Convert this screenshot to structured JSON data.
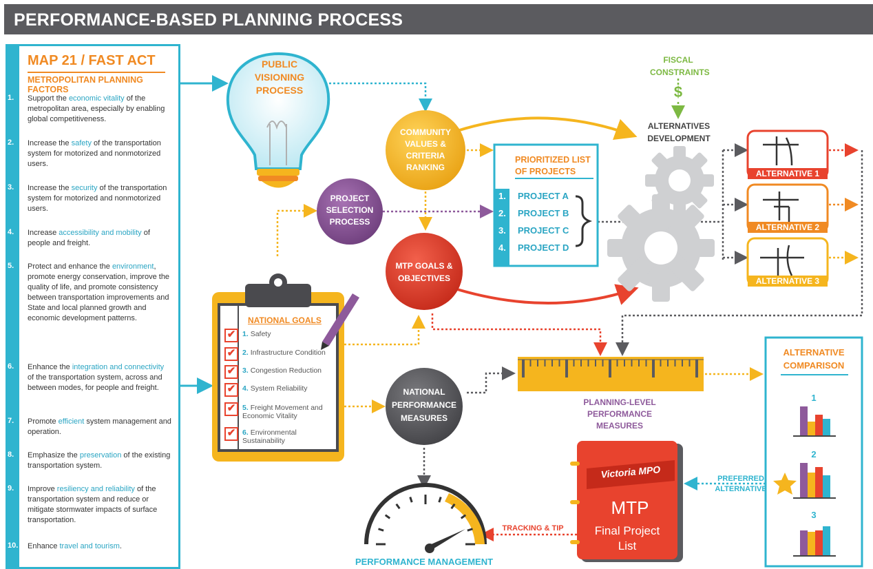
{
  "header": {
    "title": "PERFORMANCE-BASED PLANNING PROCESS"
  },
  "map": {
    "title": "MAP 21 / FAST ACT",
    "subtitle": "METROPOLITAN PLANNING FACTORS",
    "factors": [
      {
        "num": "1.",
        "pre": "Support the ",
        "hl": "economic vitality",
        "post": " of the metropolitan area, especially by enabling global competitiveness."
      },
      {
        "num": "2.",
        "pre": "Increase the ",
        "hl": "safety",
        "post": " of the transportation system for motorized and nonmotorized users."
      },
      {
        "num": "3.",
        "pre": "Increase the ",
        "hl": "security",
        "post": " of the transportation system for motorized and nonmotorized users."
      },
      {
        "num": "4.",
        "pre": "Increase ",
        "hl": "accessibility and mobility",
        "post": " of people and freight."
      },
      {
        "num": "5.",
        "pre": "Protect and enhance the ",
        "hl": "environment",
        "post": ", promote energy conservation, improve the quality of life, and promote consistency between transportation improvements and State and local planned growth and economic development patterns."
      },
      {
        "num": "6.",
        "pre": "Enhance the ",
        "hl": "integration and connectivity",
        "post": " of the transportation system, across and between modes, for people and freight."
      },
      {
        "num": "7.",
        "pre": "Promote ",
        "hl": "efficient",
        "post": " system management and operation."
      },
      {
        "num": "8.",
        "pre": "Emphasize the ",
        "hl": "preservation",
        "post": " of the existing transportation system."
      },
      {
        "num": "9.",
        "pre": "Improve ",
        "hl": "resiliency and reliability",
        "post": " of the transportation system and reduce or mitigate stormwater impacts of surface transportation."
      },
      {
        "num": "10.",
        "pre": "Enhance ",
        "hl": "travel and tourism",
        "post": "."
      }
    ]
  },
  "nodes": {
    "public_visioning": "PUBLIC VISIONING PROCESS",
    "community_values": "COMMUNITY VALUES & CRITERIA RANKING",
    "project_selection": "PROJECT SELECTION PROCESS",
    "mtp_goals": "MTP GOALS & OBJECTIVES",
    "national_performance": "NATIONAL PERFORMANCE MEASURES",
    "fiscal": "FISCAL CONSTRAINTS",
    "fiscal_symbol": "$",
    "alternatives_dev": "ALTERNATIVES DEVELOPMENT",
    "planning_level": "PLANNING-LEVEL PERFORMANCE MEASURES",
    "performance_mgmt": "PERFORMANCE MANAGEMENT",
    "tracking": "TRACKING & TIP",
    "preferred": "PREFERRED ALTERNATIVE"
  },
  "prioritized": {
    "title": "PRIORITIZED LIST OF PROJECTS",
    "projects": [
      {
        "num": "1.",
        "name": "PROJECT A"
      },
      {
        "num": "2.",
        "name": "PROJECT B"
      },
      {
        "num": "3.",
        "name": "PROJECT C"
      },
      {
        "num": "4.",
        "name": "PROJECT D"
      }
    ]
  },
  "national_goals": {
    "title": "NATIONAL GOALS",
    "goals": [
      {
        "num": "1.",
        "name": "Safety"
      },
      {
        "num": "2.",
        "name": "Infrastructure Condition"
      },
      {
        "num": "3.",
        "name": "Congestion Reduction"
      },
      {
        "num": "4.",
        "name": "System Reliability"
      },
      {
        "num": "5.",
        "name": "Freight Movement and Economic Vitality"
      },
      {
        "num": "6.",
        "name": "Environmental Sustainability"
      }
    ]
  },
  "alternatives": [
    {
      "label": "ALTERNATIVE 1",
      "color": "#e8432e"
    },
    {
      "label": "ALTERNATIVE 2",
      "color": "#f08a23"
    },
    {
      "label": "ALTERNATIVE 3",
      "color": "#f5b51e"
    }
  ],
  "comparison": {
    "title": "ALTERNATIVE COMPARISON",
    "groups": [
      {
        "label": "1"
      },
      {
        "label": "2"
      },
      {
        "label": "3"
      }
    ]
  },
  "mtp_book": {
    "brand": "Victoria MPO",
    "title": "MTP",
    "subtitle": "Final Project List"
  },
  "colors": {
    "teal": "#2fb4cf",
    "orange": "#f08a23",
    "yellow": "#f5b51e",
    "red": "#e8432e",
    "purple": "#8e5a9b",
    "gray": "#5b5b5f",
    "green": "#7db943"
  }
}
